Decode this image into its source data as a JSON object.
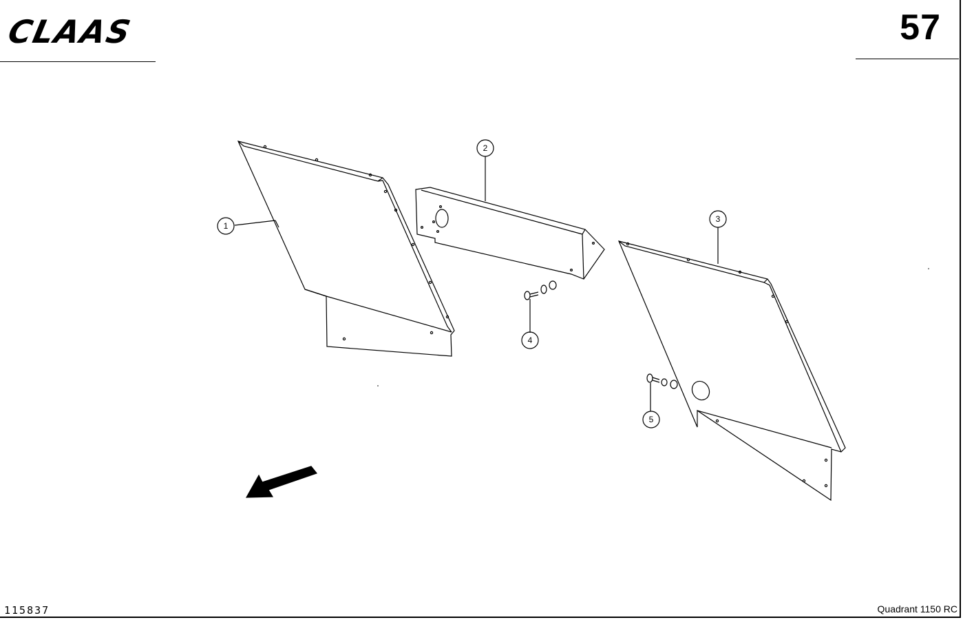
{
  "header": {
    "brand": "CLAAS",
    "page_number": "57"
  },
  "footer": {
    "drawing_number": "115837",
    "model": "Quadrant 1150 RC"
  },
  "callouts": [
    {
      "id": "1",
      "label": "1"
    },
    {
      "id": "2",
      "label": "2"
    },
    {
      "id": "3",
      "label": "3"
    },
    {
      "id": "4",
      "label": "4"
    },
    {
      "id": "5",
      "label": "5"
    }
  ],
  "icons": {
    "direction_arrow": "arrow-down-left-icon"
  }
}
